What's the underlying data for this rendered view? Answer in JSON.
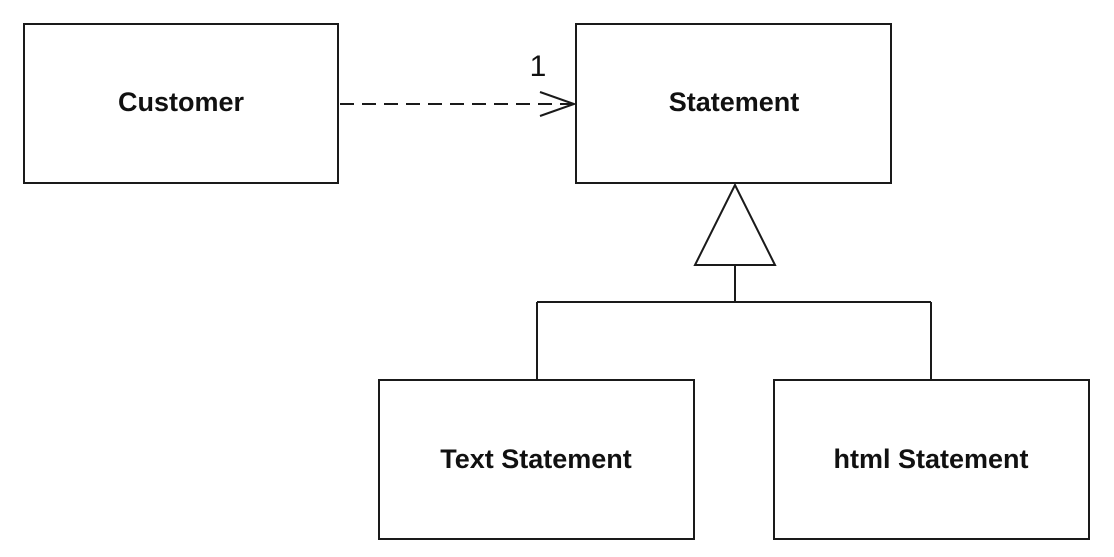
{
  "classes": {
    "customer": "Customer",
    "statement": "Statement",
    "text_statement": "Text Statement",
    "html_statement": "html Statement"
  },
  "association": {
    "multiplicity": "1"
  }
}
